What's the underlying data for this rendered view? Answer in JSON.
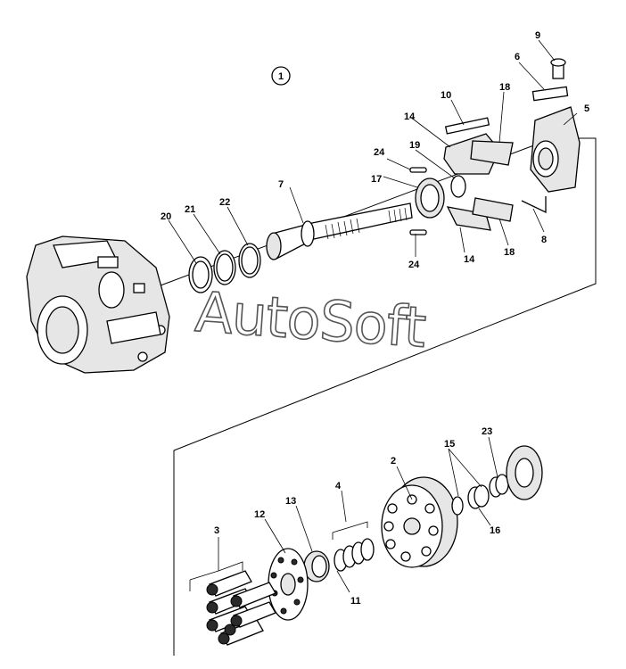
{
  "diagram": {
    "group_label": "1",
    "watermark": "AutoSoft",
    "callouts": {
      "c2": "2",
      "c3": "3",
      "c4": "4",
      "c5": "5",
      "c6": "6",
      "c7": "7",
      "c8": "8",
      "c9": "9",
      "c10": "10",
      "c11": "11",
      "c12": "12",
      "c13": "13",
      "c14a": "14",
      "c14b": "14",
      "c15": "15",
      "c16": "16",
      "c17": "17",
      "c18a": "18",
      "c18b": "18",
      "c19": "19",
      "c20": "20",
      "c21": "21",
      "c22": "22",
      "c23": "23",
      "c24a": "24",
      "c24b": "24"
    }
  }
}
